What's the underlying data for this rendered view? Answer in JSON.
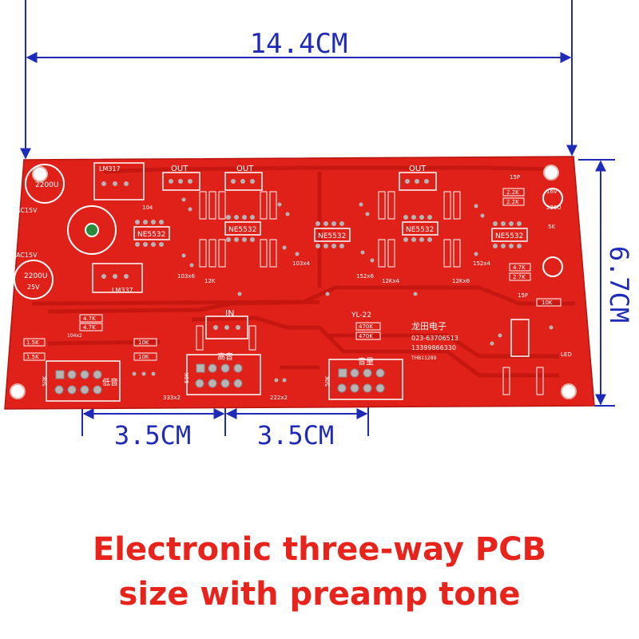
{
  "dimensions": {
    "width_label": "14.4CM",
    "height_label": "6.7CM",
    "spacing_left_label": "3.5CM",
    "spacing_right_label": "3.5CM"
  },
  "board": {
    "model": "YL-22",
    "maker": "龙田电子",
    "phone_1": "023-63706513",
    "phone_2": "13399866330",
    "board_code": "THB11289",
    "input_label": "IN",
    "output_labels": [
      "OUT",
      "OUT",
      "OUT"
    ],
    "ic_labels": [
      "NE5532",
      "NE5532",
      "NE5532",
      "NE5532",
      "NE5532"
    ],
    "regulator_labels": [
      "LM317",
      "LM337"
    ],
    "capacitor_labels": [
      "2200U",
      "2200U",
      "25V",
      "25V",
      "AC15V",
      "AC15V"
    ],
    "knob_labels": [
      "低音",
      "高音",
      "音量"
    ],
    "pot_values": [
      "50K",
      "50K",
      "50K"
    ],
    "cap_codes": [
      "104",
      "103x6",
      "103x4",
      "152x6",
      "152x4",
      "333x2",
      "222x2",
      "104x2"
    ],
    "resistor_values": [
      "4.7K",
      "4.7K",
      "1.5K",
      "1.5K",
      "10K",
      "10K",
      "470K",
      "470K",
      "2.2K",
      "2.2K",
      "4.7K",
      "2.7K",
      "5K",
      "10K",
      "12K",
      "12Kx4",
      "12Kx6",
      "15P",
      "15P",
      "16V",
      "220U",
      "LED"
    ]
  },
  "caption": {
    "line_1": "Electronic three-way PCB",
    "line_2": "size with preamp tone"
  },
  "colors": {
    "pcb_red": "#e0211a",
    "dimension_blue": "#1f2bb8",
    "caption_red": "#e8231b"
  }
}
